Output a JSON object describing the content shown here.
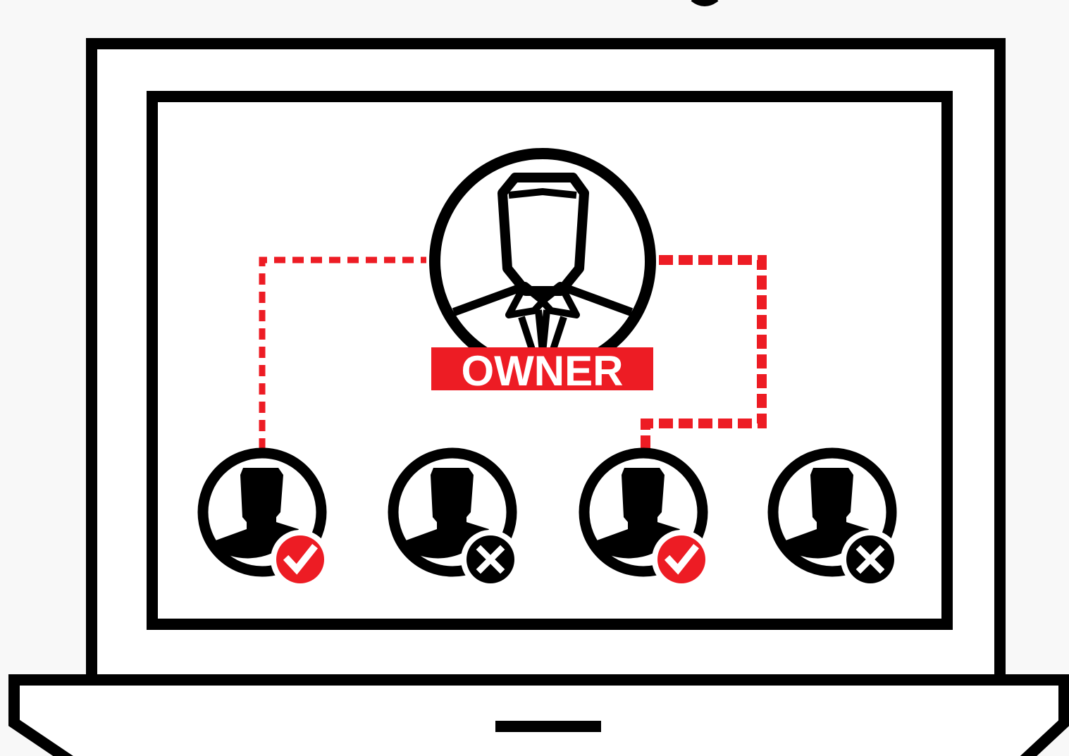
{
  "diagram": {
    "owner_label": "OWNER",
    "colors": {
      "accent": "#ed1c24",
      "stroke": "#000000",
      "background": "#f8f8f8",
      "screen": "#ffffff"
    },
    "owner_icon": "owner-person-with-tie-icon",
    "users": [
      {
        "icon": "user-icon",
        "status": "allowed",
        "status_icon": "check-badge-icon",
        "connected_to_owner": true
      },
      {
        "icon": "user-icon",
        "status": "denied",
        "status_icon": "x-badge-icon",
        "connected_to_owner": false
      },
      {
        "icon": "user-icon",
        "status": "allowed",
        "status_icon": "check-badge-icon",
        "connected_to_owner": true
      },
      {
        "icon": "user-icon",
        "status": "denied",
        "status_icon": "x-badge-icon",
        "connected_to_owner": false
      }
    ]
  }
}
